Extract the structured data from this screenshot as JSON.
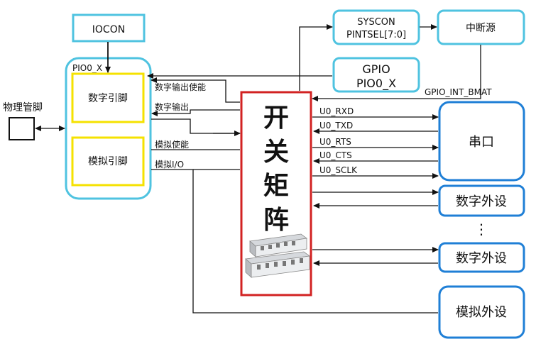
{
  "boxes": {
    "iocon": "IOCON",
    "pio0_x": "PIO0_X",
    "digital_pin": "数字引脚",
    "analog_pin": "模拟引脚",
    "physical_pin": "物理管脚",
    "syscon_line1": "SYSCON",
    "syscon_line2": "PINTSEL[7:0]",
    "interrupt_source": "中断源",
    "gpio_line1": "GPIO",
    "gpio_line2": "PIO0_X",
    "uart": "串口",
    "digital_periph_1": "数字外设",
    "digital_periph_2": "数字外设",
    "analog_periph": "模拟外设",
    "switch_matrix_chars": [
      "开",
      "关",
      "矩",
      "阵"
    ]
  },
  "labels": {
    "digital_output_enable": "数字输出使能",
    "digital_output": "数字输出",
    "analog_enable": "模拟使能",
    "analog_io": "模拟I/O",
    "gpio_int_bmat": "GPIO_INT_BMAT",
    "u0_rxd": "U0_RXD",
    "u0_txd": "U0_TXD",
    "u0_rts": "U0_RTS",
    "u0_cts": "U0_CTS",
    "u0_sclk": "U0_SCLK",
    "ellipsis": "⋮"
  },
  "colors": {
    "cyan_border": "#4fc3e0",
    "blue_border": "#1f7fd6",
    "yellow_border": "#f5e200",
    "red_border": "#d22222",
    "wire": "#111111"
  }
}
